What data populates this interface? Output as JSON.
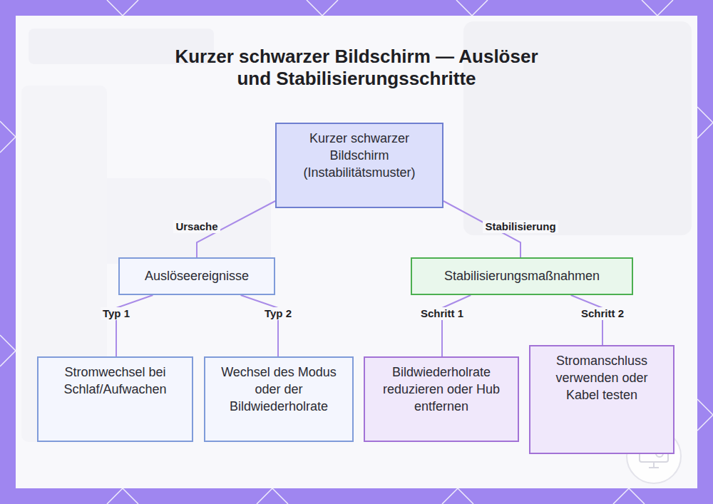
{
  "diagram": {
    "title": "Kurzer schwarzer Bildschirm — Auslöser und Stabilisierungsschritte",
    "nodes": [
      {
        "text": [
          "Kurzer schwarzer Bildschirm (Instabilitätsmuster)"
        ]
      },
      {
        "text": [
          "Auslöseereignisse"
        ]
      },
      {
        "text": [
          "Stabilisierungsmaßnahmen"
        ]
      },
      {
        "text": [
          "Stromwechsel bei Schlaf/Aufwachen"
        ]
      },
      {
        "text": [
          "Wechsel des Modus oder der Bildwiederholrate"
        ]
      },
      {
        "text": [
          "Bildwiederholrate reduzieren oder Hub entfernen"
        ]
      },
      {
        "text": [
          "Stromanschluss verwenden oder Kabel testen"
        ]
      }
    ],
    "edges": [
      {
        "from": 0,
        "to": 1,
        "label": "Ursache",
        "arrow": "none"
      },
      {
        "from": 0,
        "to": 2,
        "label": "Stabilisierung",
        "arrow": "none"
      },
      {
        "from": 1,
        "to": 3,
        "label": "Typ 1",
        "arrow": "none"
      },
      {
        "from": 1,
        "to": 4,
        "label": "Typ 2",
        "arrow": "none"
      },
      {
        "from": 2,
        "to": 5,
        "label": "Schritt 1",
        "arrow": "none"
      },
      {
        "from": 2,
        "to": 6,
        "label": "Schritt 2",
        "arrow": "none"
      }
    ]
  }
}
